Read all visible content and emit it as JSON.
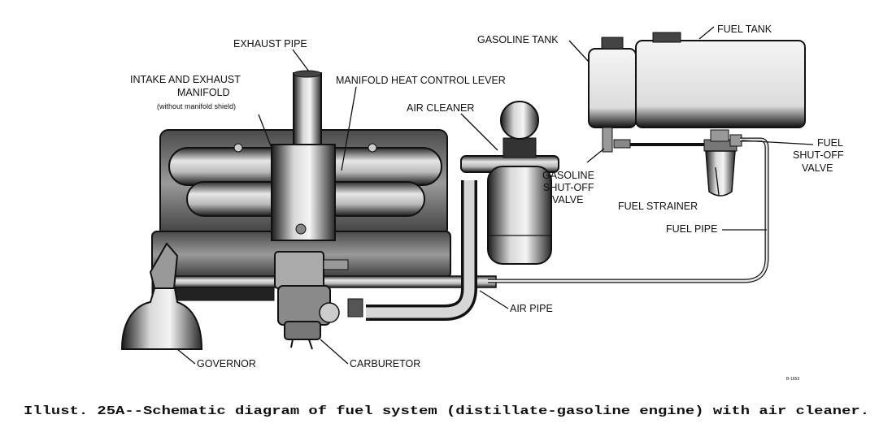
{
  "labels": {
    "exhaust_pipe": "EXHAUST PIPE",
    "intake_exhaust_manifold_1": "INTAKE AND EXHAUST",
    "intake_exhaust_manifold_2": "MANIFOLD",
    "manifold_shield_note": "(without manifold shield)",
    "manifold_heat_control_lever": "MANIFOLD HEAT CONTROL LEVER",
    "air_cleaner": "AIR CLEANER",
    "gasoline_tank": "GASOLINE TANK",
    "fuel_tank": "FUEL TANK",
    "gasoline_valve_1": "GASOLINE",
    "gasoline_valve_2": "SHUT-OFF",
    "gasoline_valve_3": "VALVE",
    "fuel_valve_1": "FUEL",
    "fuel_valve_2": "SHUT-OFF",
    "fuel_valve_3": "VALVE",
    "fuel_strainer": "FUEL STRAINER",
    "fuel_pipe": "FUEL PIPE",
    "air_pipe": "AIR PIPE",
    "governor": "GOVERNOR",
    "carburetor": "CARBURETOR",
    "figure_code": "B-1653"
  },
  "caption": "Illust. 25A--Schematic diagram of fuel system (distillate-gasoline engine) with air cleaner."
}
